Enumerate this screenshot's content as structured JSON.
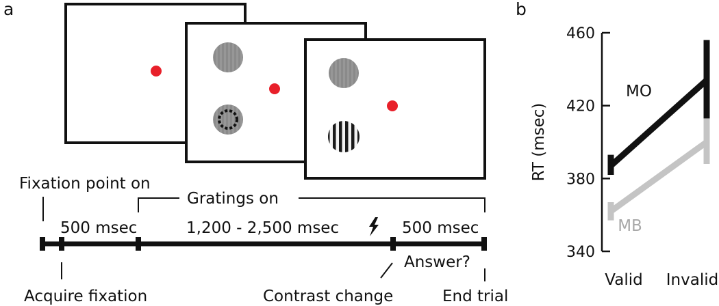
{
  "panel_a": {
    "label": "a",
    "timeline": {
      "fixation_point_on": "Fixation point on",
      "gratings_on": "Gratings on",
      "interval_1": "500 msec",
      "interval_2": "1,200 - 2,500 msec",
      "interval_3": "500 msec",
      "acquire_fixation": "Acquire fixation",
      "contrast_change": "Contrast change",
      "answer": "Answer?",
      "end_trial": "End trial"
    },
    "colors": {
      "fixation_dot": "#e8202a",
      "line": "#111111"
    }
  },
  "panel_b": {
    "label": "b",
    "chart_data": {
      "type": "line",
      "categories": [
        "Valid",
        "Invalid"
      ],
      "ylabel": "RT (msec)",
      "ylim": [
        340,
        460
      ],
      "yticks": [
        340,
        380,
        420,
        460
      ],
      "series": [
        {
          "name": "MO",
          "values": [
            387,
            434
          ],
          "errors": [
            [
              382,
              393
            ],
            [
              413,
              456
            ]
          ],
          "color": "#111111"
        },
        {
          "name": "MB",
          "values": [
            362,
            400
          ],
          "errors": [
            [
              357,
              367
            ],
            [
              388,
              414
            ]
          ],
          "color": "#c4c4c4"
        }
      ]
    }
  }
}
